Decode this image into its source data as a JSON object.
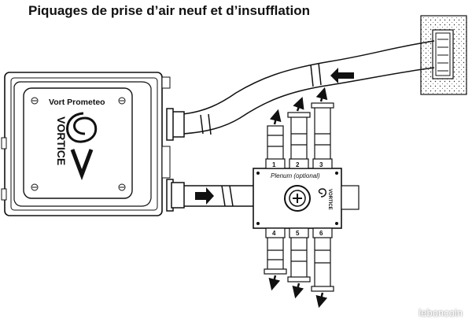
{
  "title": "Piquages de prise d’air neuf et d’insufflation",
  "unit": {
    "model": "Vort Prometeo",
    "brand": "VORTICE"
  },
  "plenum": {
    "label": "Plenum (optional)",
    "brand": "VORTICE",
    "outlets_top": [
      "1",
      "2",
      "3"
    ],
    "outlets_bottom": [
      "4",
      "5",
      "6"
    ]
  },
  "watermark": "leboncoin",
  "icons": [
    "flow-arrow-icon",
    "vortice-logo-icon",
    "screw-icon"
  ]
}
